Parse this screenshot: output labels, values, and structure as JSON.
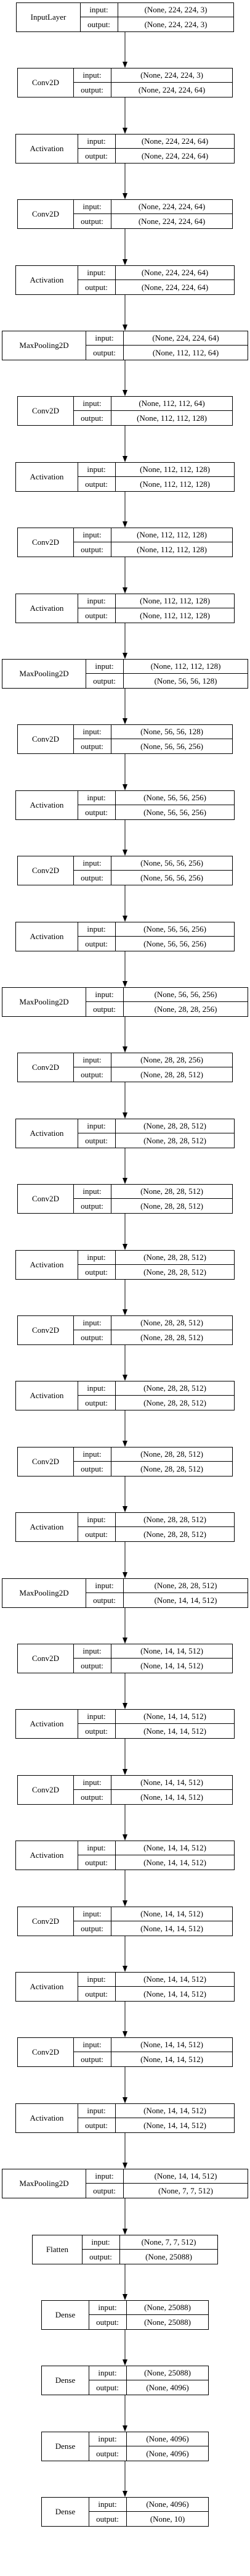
{
  "input_label": "input:",
  "output_label": "output:",
  "layers": [
    {
      "name": "InputLayer",
      "input": "(None, 224, 224, 3)",
      "output": "(None, 224, 224, 3)"
    },
    {
      "name": "Conv2D",
      "input": "(None, 224, 224, 3)",
      "output": "(None, 224, 224, 64)"
    },
    {
      "name": "Activation",
      "input": "(None, 224, 224, 64)",
      "output": "(None, 224, 224, 64)"
    },
    {
      "name": "Conv2D",
      "input": "(None, 224, 224, 64)",
      "output": "(None, 224, 224, 64)"
    },
    {
      "name": "Activation",
      "input": "(None, 224, 224, 64)",
      "output": "(None, 224, 224, 64)"
    },
    {
      "name": "MaxPooling2D",
      "input": "(None, 224, 224, 64)",
      "output": "(None, 112, 112, 64)"
    },
    {
      "name": "Conv2D",
      "input": "(None, 112, 112, 64)",
      "output": "(None, 112, 112, 128)"
    },
    {
      "name": "Activation",
      "input": "(None, 112, 112, 128)",
      "output": "(None, 112, 112, 128)"
    },
    {
      "name": "Conv2D",
      "input": "(None, 112, 112, 128)",
      "output": "(None, 112, 112, 128)"
    },
    {
      "name": "Activation",
      "input": "(None, 112, 112, 128)",
      "output": "(None, 112, 112, 128)"
    },
    {
      "name": "MaxPooling2D",
      "input": "(None, 112, 112, 128)",
      "output": "(None, 56, 56, 128)"
    },
    {
      "name": "Conv2D",
      "input": "(None, 56, 56, 128)",
      "output": "(None, 56, 56, 256)"
    },
    {
      "name": "Activation",
      "input": "(None, 56, 56, 256)",
      "output": "(None, 56, 56, 256)"
    },
    {
      "name": "Conv2D",
      "input": "(None, 56, 56, 256)",
      "output": "(None, 56, 56, 256)"
    },
    {
      "name": "Activation",
      "input": "(None, 56, 56, 256)",
      "output": "(None, 56, 56, 256)"
    },
    {
      "name": "MaxPooling2D",
      "input": "(None, 56, 56, 256)",
      "output": "(None, 28, 28, 256)"
    },
    {
      "name": "Conv2D",
      "input": "(None, 28, 28, 256)",
      "output": "(None, 28, 28, 512)"
    },
    {
      "name": "Activation",
      "input": "(None, 28, 28, 512)",
      "output": "(None, 28, 28, 512)"
    },
    {
      "name": "Conv2D",
      "input": "(None, 28, 28, 512)",
      "output": "(None, 28, 28, 512)"
    },
    {
      "name": "Activation",
      "input": "(None, 28, 28, 512)",
      "output": "(None, 28, 28, 512)"
    },
    {
      "name": "Conv2D",
      "input": "(None, 28, 28, 512)",
      "output": "(None, 28, 28, 512)"
    },
    {
      "name": "Activation",
      "input": "(None, 28, 28, 512)",
      "output": "(None, 28, 28, 512)"
    },
    {
      "name": "Conv2D",
      "input": "(None, 28, 28, 512)",
      "output": "(None, 28, 28, 512)"
    },
    {
      "name": "Activation",
      "input": "(None, 28, 28, 512)",
      "output": "(None, 28, 28, 512)"
    },
    {
      "name": "MaxPooling2D",
      "input": "(None, 28, 28, 512)",
      "output": "(None, 14, 14, 512)"
    },
    {
      "name": "Conv2D",
      "input": "(None, 14, 14, 512)",
      "output": "(None, 14, 14, 512)"
    },
    {
      "name": "Activation",
      "input": "(None, 14, 14, 512)",
      "output": "(None, 14, 14, 512)"
    },
    {
      "name": "Conv2D",
      "input": "(None, 14, 14, 512)",
      "output": "(None, 14, 14, 512)"
    },
    {
      "name": "Activation",
      "input": "(None, 14, 14, 512)",
      "output": "(None, 14, 14, 512)"
    },
    {
      "name": "Conv2D",
      "input": "(None, 14, 14, 512)",
      "output": "(None, 14, 14, 512)"
    },
    {
      "name": "Activation",
      "input": "(None, 14, 14, 512)",
      "output": "(None, 14, 14, 512)"
    },
    {
      "name": "Conv2D",
      "input": "(None, 14, 14, 512)",
      "output": "(None, 14, 14, 512)"
    },
    {
      "name": "Activation",
      "input": "(None, 14, 14, 512)",
      "output": "(None, 14, 14, 512)"
    },
    {
      "name": "MaxPooling2D",
      "input": "(None, 14, 14, 512)",
      "output": "(None, 7, 7, 512)"
    },
    {
      "name": "Flatten",
      "input": "(None, 7, 7, 512)",
      "output": "(None, 25088)"
    },
    {
      "name": "Dense",
      "input": "(None, 25088)",
      "output": "(None, 25088)"
    },
    {
      "name": "Dense",
      "input": "(None, 25088)",
      "output": "(None, 4096)"
    },
    {
      "name": "Dense",
      "input": "(None, 4096)",
      "output": "(None, 4096)"
    },
    {
      "name": "Dense",
      "input": "(None, 4096)",
      "output": "(None, 10)"
    }
  ]
}
